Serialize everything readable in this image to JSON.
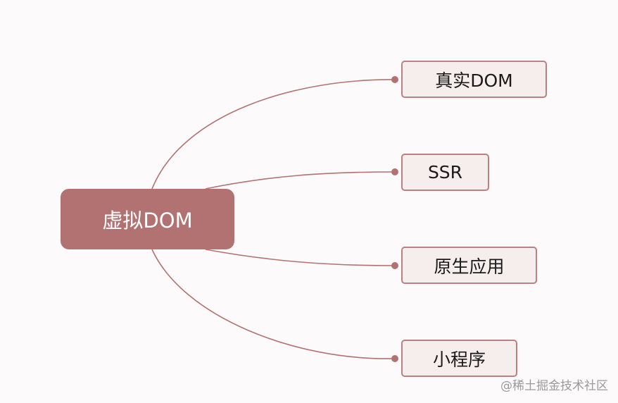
{
  "root": {
    "label": "虚拟DOM"
  },
  "children": [
    {
      "label": "真实DOM"
    },
    {
      "label": "SSR"
    },
    {
      "label": "原生应用"
    },
    {
      "label": "小程序"
    }
  ],
  "watermark": "@稀土掘金技术社区",
  "colors": {
    "root_fill": "#b27272",
    "child_fill": "#f6eded",
    "child_border": "#b98181",
    "connector": "#b27272",
    "background": "#fcfafa"
  }
}
